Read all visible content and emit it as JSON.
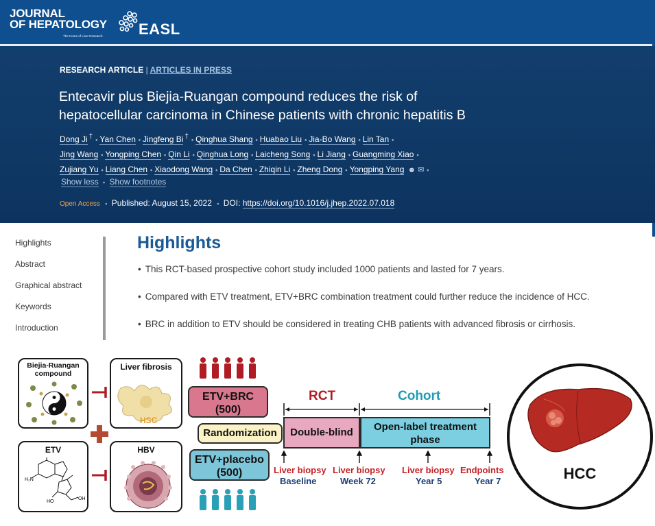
{
  "header": {
    "journal_line1": "JOURNAL",
    "journal_line2": "OF HEPATOLOGY",
    "journal_tagline": "The Home of Liver Research",
    "partner_logo": "EASL"
  },
  "article": {
    "type": "RESEARCH ARTICLE",
    "separator": "|",
    "section": "ARTICLES IN PRESS",
    "title": "Entecavir plus Biejia-Ruangan compound reduces the risk of hepatocellular carcinoma in Chinese patients with chronic hepatitis B",
    "authors": [
      {
        "name": "Dong Ji",
        "mark": "†"
      },
      {
        "name": "Yan Chen",
        "mark": ""
      },
      {
        "name": "Jingfeng Bi",
        "mark": "†"
      },
      {
        "name": "Qinghua Shang",
        "mark": ""
      },
      {
        "name": "Huabao Liu",
        "mark": ""
      },
      {
        "name": "Jia-Bo Wang",
        "mark": ""
      },
      {
        "name": "Lin Tan",
        "mark": ""
      },
      {
        "name": "Jing Wang",
        "mark": ""
      },
      {
        "name": "Yongping Chen",
        "mark": ""
      },
      {
        "name": "Qin Li",
        "mark": ""
      },
      {
        "name": "Qinghua Long",
        "mark": ""
      },
      {
        "name": "Laicheng Song",
        "mark": ""
      },
      {
        "name": "Li Jiang",
        "mark": ""
      },
      {
        "name": "Guangming Xiao",
        "mark": ""
      },
      {
        "name": "Zujiang Yu",
        "mark": ""
      },
      {
        "name": "Liang Chen",
        "mark": ""
      },
      {
        "name": "Xiaodong Wang",
        "mark": ""
      },
      {
        "name": "Da Chen",
        "mark": ""
      },
      {
        "name": "Zhiqin Li",
        "mark": ""
      },
      {
        "name": "Zheng Dong",
        "mark": ""
      },
      {
        "name": "Yongping Yang",
        "mark": ""
      }
    ],
    "show_less": "Show less",
    "show_footnotes": "Show footnotes",
    "open_access": "Open Access",
    "published": "Published: August 15, 2022",
    "doi_label": "DOI:",
    "doi_link": "https://doi.org/10.1016/j.jhep.2022.07.018"
  },
  "sidenav": {
    "items": [
      "Highlights",
      "Abstract",
      "Graphical abstract",
      "Keywords",
      "Introduction"
    ]
  },
  "highlights": {
    "heading": "Highlights",
    "items": [
      "This RCT-based prospective cohort study included 1000 patients and lasted for 7 years.",
      "Compared with ETV treatment, ETV+BRC combination treatment could further reduce the incidence of HCC.",
      "BRC in addition to ETV should be considered in treating CHB patients with advanced fibrosis or cirrhosis."
    ]
  },
  "graphical_abstract": {
    "brc_box_line1": "Biejia-Ruangan",
    "brc_box_line2": "compound",
    "fibrosis_box": "Liver fibrosis",
    "hsc_label": "HSC",
    "etv_box": "ETV",
    "hbv_box": "HBV",
    "arm1_line1": "ETV+BRC",
    "arm1_line2": "(500)",
    "arm2_line1": "ETV+placebo",
    "arm2_line2": "(500)",
    "randomization": "Randomization",
    "rct_label": "RCT",
    "cohort_label": "Cohort",
    "double_blind": "Double-blind",
    "open_label_line1": "Open-label treatment",
    "open_label_line2": "phase",
    "timeline": [
      {
        "event": "Liver biopsy",
        "time": "Baseline"
      },
      {
        "event": "Liver biopsy",
        "time": "Week 72"
      },
      {
        "event": "Liver biopsy",
        "time": "Year 5"
      },
      {
        "event": "Endpoints",
        "time": "Year 7"
      }
    ],
    "hcc": "HCC",
    "colors": {
      "brc_arm": "#d9778e",
      "placebo_arm": "#7dc6d9",
      "randomization": "#fbf3c5",
      "double_blind": "#e8a9c0",
      "open_label": "#7ccfe0",
      "red_figures": "#b01c24",
      "blue_figures": "#2aa0b7"
    }
  }
}
